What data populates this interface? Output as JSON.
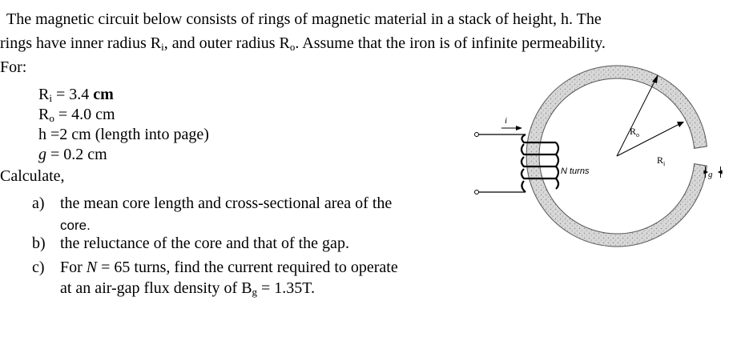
{
  "problem": {
    "intro_line1": "The magnetic circuit below consists of rings of magnetic material in a stack of height, h.  The",
    "intro_line2_a": "rings have inner radius R",
    "intro_line2_sub1": "i",
    "intro_line2_b": ", and outer radius R",
    "intro_line2_sub2": "o",
    "intro_line2_c": ". Assume that the iron is of infinite permeability.",
    "for_label": "For:",
    "givens": [
      {
        "sym": "R",
        "sub": "i",
        "rest": " = 3.4 ",
        "unit": "cm"
      },
      {
        "sym": "R",
        "sub": "o",
        "rest": " = 4.0 cm"
      },
      {
        "text": "h =2 cm (length into page)"
      },
      {
        "sym": "g",
        "rest": " = 0.2 cm"
      }
    ],
    "calculate_label": "Calculate,",
    "items": [
      {
        "marker": "a)",
        "line1": "the mean core length and cross-sectional area of the",
        "line2": "core."
      },
      {
        "marker": "b)",
        "line1": "the reluctance of the core and that of the gap."
      },
      {
        "marker": "c)",
        "line1_a": "For ",
        "line1_N": "N",
        "line1_b": " = 65 turns, find the current required to operate",
        "line2_a": "at an air-gap flux density of B",
        "line2_sub": "g",
        "line2_b": " = 1.35T."
      }
    ]
  },
  "figure": {
    "current_label": "i",
    "turns_label": "N turns",
    "outer_radius_label": "R",
    "outer_radius_sub": "o",
    "inner_radius_label": "R",
    "inner_radius_sub": "i",
    "gap_label": "g"
  }
}
